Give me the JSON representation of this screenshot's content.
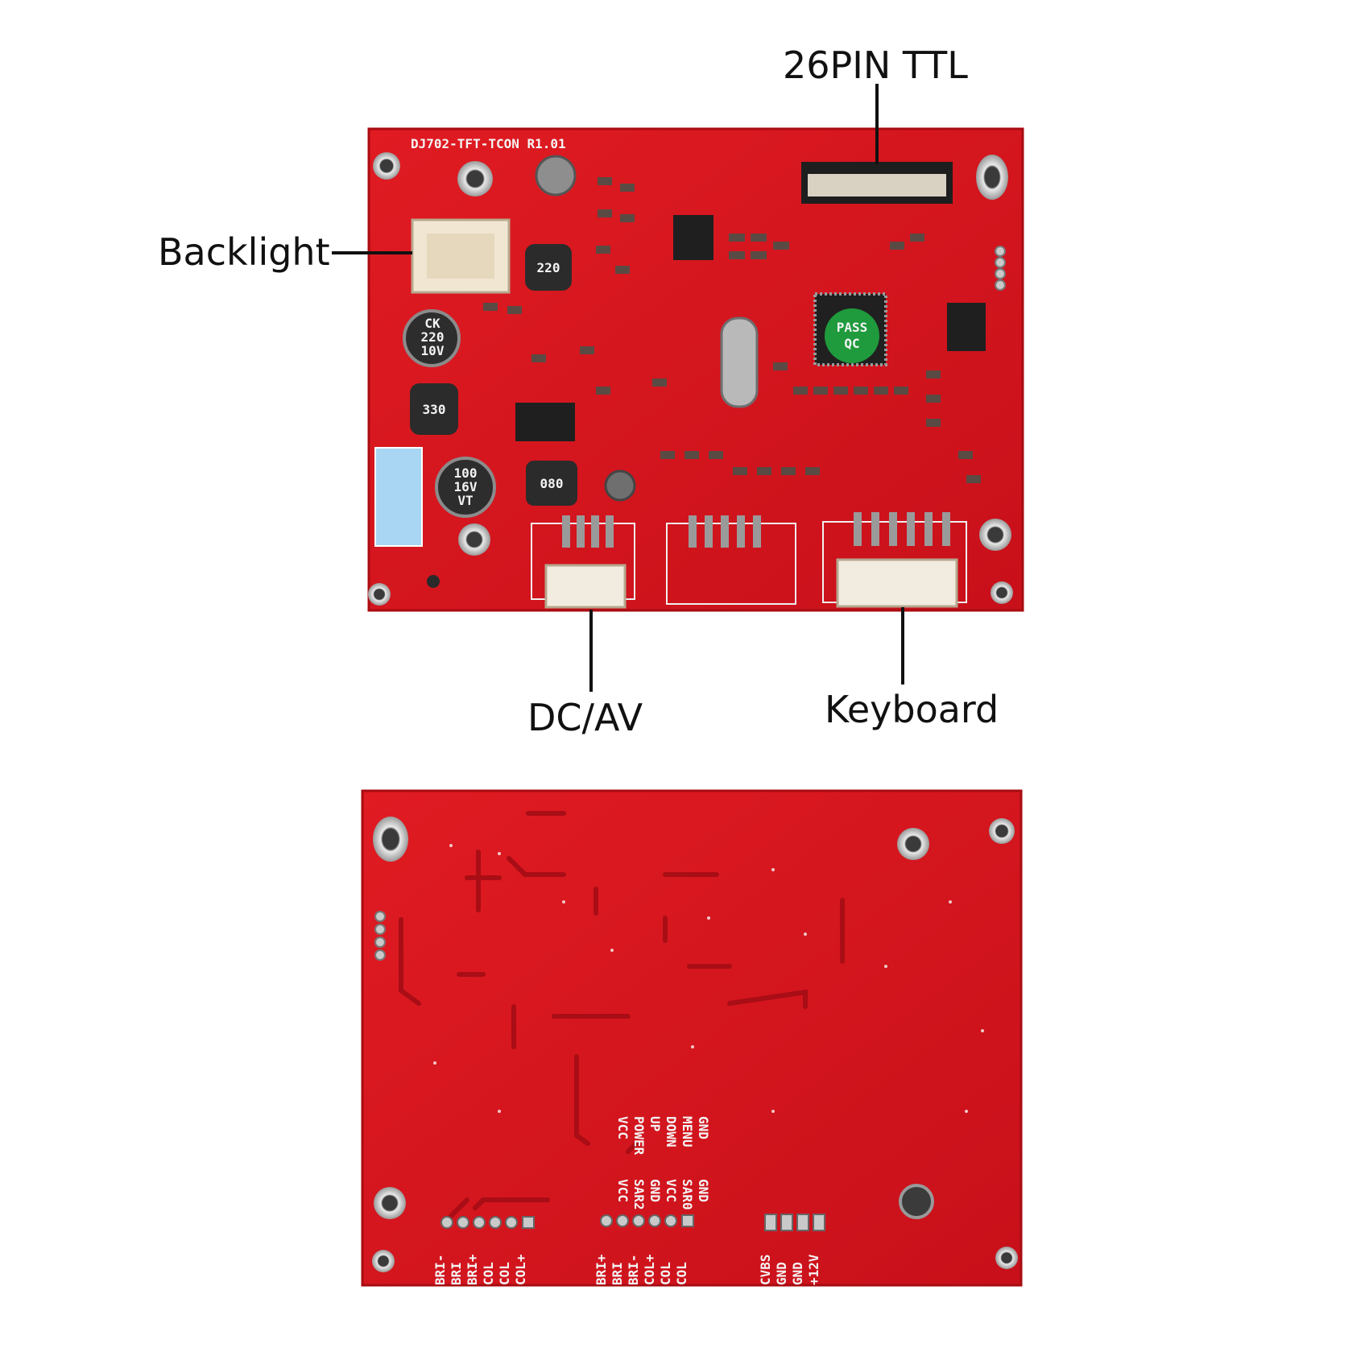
{
  "callouts": {
    "ttl": "26PIN TTL",
    "backlight": "Backlight",
    "dcav": "DC/AV",
    "keyboard": "Keyboard"
  },
  "front_board": {
    "model": "DJ702-TFT-TCON R1.01",
    "cap1": [
      "CK",
      "220",
      "10V"
    ],
    "cap2": [
      "100",
      "16V",
      "VT"
    ],
    "inductor1": "220",
    "inductor2": "330",
    "inductor3": "080",
    "chip_label": [
      "QC",
      "PASS"
    ]
  },
  "back_board": {
    "key_labels": [
      "GND",
      "MENU",
      "DOWN",
      "UP",
      "POWER",
      "VCC"
    ],
    "sar_labels": [
      "GND",
      "SAR0",
      "VCC",
      "GND",
      "SAR2",
      "VCC"
    ],
    "left_pins": [
      "BRI-",
      "BRI",
      "BRI+",
      "COL",
      "COL",
      "COL+"
    ],
    "mid_pins": [
      "BRI+",
      "BRI",
      "BRI-",
      "COL+",
      "COL",
      "COL"
    ],
    "right_pins": [
      "CVBS",
      "GND",
      "GND",
      "+12V"
    ]
  },
  "colors": {
    "pcb": "#d8141c",
    "pcb_dark": "#b00c14",
    "silkscreen": "#f4f4f4"
  }
}
